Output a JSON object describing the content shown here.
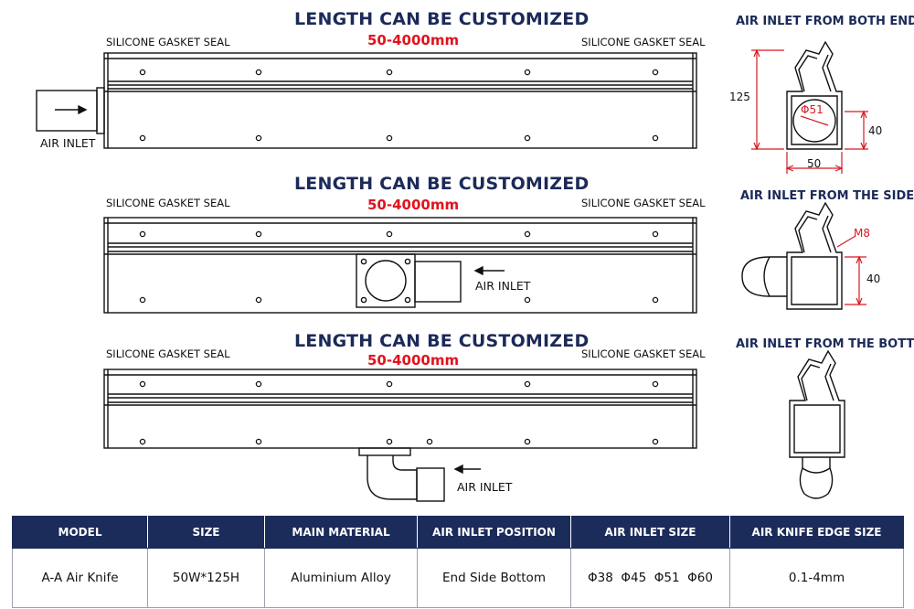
{
  "views": [
    {
      "title": "LENGTH CAN BE CUSTOMIZED",
      "range": "50-4000mm",
      "seal_left": "SILICONE GASKET SEAL",
      "seal_right": "SILICONE GASKET SEAL",
      "inlet": "AIR INLET"
    },
    {
      "title": "LENGTH CAN BE CUSTOMIZED",
      "range": "50-4000mm",
      "seal_left": "SILICONE GASKET SEAL",
      "seal_right": "SILICONE GASKET SEAL",
      "inlet": "AIR INLET"
    },
    {
      "title": "LENGTH CAN BE CUSTOMIZED",
      "range": "50-4000mm",
      "seal_left": "SILICONE GASKET SEAL",
      "seal_right": "SILICONE GASKET SEAL",
      "inlet": "AIR INLET"
    }
  ],
  "sections": [
    {
      "title": "AIR INLET FROM BOTH ENDS",
      "dim_height": "125",
      "dim_inlet": "Φ51",
      "dim_offset": "40",
      "dim_width": "50"
    },
    {
      "title": "AIR INLET FROM THE SIDE",
      "dim_thread": "M8",
      "dim_offset": "40"
    },
    {
      "title": "AIR INLET FROM THE BOTTOM"
    }
  ],
  "colors": {
    "navy": "#1b2b5a",
    "dimension_red": "#e0141e"
  },
  "table": {
    "headers": [
      "MODEL",
      "SIZE",
      "MAIN MATERIAL",
      "AIR INLET POSITION",
      "AIR INLET SIZE",
      "AIR KNIFE EDGE SIZE"
    ],
    "row": [
      "A-A Air Knife",
      "50W*125H",
      "Aluminium Alloy",
      "End Side Bottom",
      "Φ38  Φ45  Φ51  Φ60",
      "0.1-4mm"
    ]
  }
}
